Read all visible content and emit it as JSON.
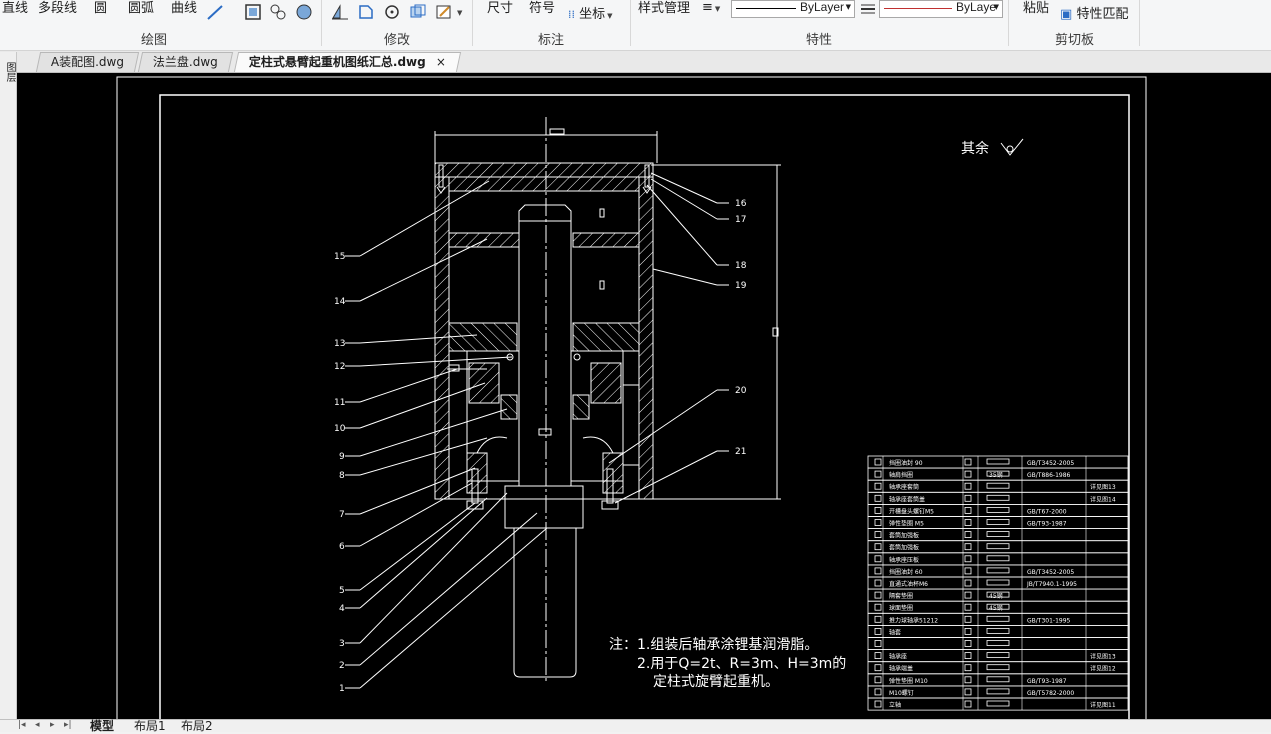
{
  "ribbon": {
    "draw": {
      "line": "直线",
      "polyline": "多段线",
      "circle": "圆",
      "arc": "圆弧",
      "curve": "曲线",
      "panel_label": "绘图"
    },
    "modify": {
      "panel_label": "修改"
    },
    "annotate": {
      "dimension": "尺寸",
      "symbol": "符号",
      "coordinate": "坐标",
      "panel_label": "标注"
    },
    "properties": {
      "style_manager": "样式管理",
      "linetype": "ByLayer",
      "linecolor": "ByLaye",
      "panel_label": "特性"
    },
    "clipboard": {
      "paste": "粘贴",
      "match_properties": "特性匹配",
      "panel_label": "剪切板"
    }
  },
  "tabs": [
    {
      "label": "A装配图.dwg",
      "active": false
    },
    {
      "label": "法兰盘.dwg",
      "active": false
    },
    {
      "label": "定柱式悬臂起重机图纸汇总.dwg",
      "active": true
    }
  ],
  "tab_close": "×",
  "left_strip_text": "图层",
  "layout_tabs": {
    "model": "模型",
    "layout1": "布局1",
    "layout2": "布局2"
  },
  "drawing": {
    "roughness_note": "其余",
    "notes": [
      "注：1.组装后轴承涂锂基润滑脂。",
      "2.用于Q=2t、R=3m、H=3m的",
      "定柱式旋臂起重机。"
    ],
    "left_callouts": [
      "15",
      "14",
      "13",
      "12",
      "11",
      "10",
      "9",
      "8",
      "7",
      "6",
      "5",
      "4",
      "3",
      "2",
      "1"
    ],
    "right_callouts": [
      "16",
      "17",
      "18",
      "19",
      "20",
      "21"
    ],
    "bom": [
      {
        "name": "挡圈油封 90",
        "std": "GB/T3452-2005",
        "note": ""
      },
      {
        "name": "轴肩挡圈",
        "mat": "35钢",
        "std": "GB/T886-1986",
        "note": ""
      },
      {
        "name": "轴承座套筒",
        "std": "",
        "note": "详见图13"
      },
      {
        "name": "轴承座套筒盖",
        "std": "",
        "note": "详见图14"
      },
      {
        "name": "开槽盘头螺钉M5",
        "std": "GB/T67-2000",
        "note": ""
      },
      {
        "name": "弹性垫圈 M5",
        "std": "GB/T93-1987",
        "note": ""
      },
      {
        "name": "套筒加强板",
        "std": "",
        "note": ""
      },
      {
        "name": "套筒加强板",
        "std": "",
        "note": ""
      },
      {
        "name": "轴承座压板",
        "std": "",
        "note": ""
      },
      {
        "name": "挡圈油封 60",
        "std": "GB/T3452-2005",
        "note": ""
      },
      {
        "name": "直通式油杯M6",
        "std": "JB/T7940.1-1995",
        "note": ""
      },
      {
        "name": "隔套垫圈",
        "mat": "45钢",
        "std": "",
        "note": ""
      },
      {
        "name": "球面垫圈",
        "mat": "45钢",
        "std": "",
        "note": ""
      },
      {
        "name": "推力球轴承51212",
        "std": "GB/T301-1995",
        "note": ""
      },
      {
        "name": "轴套",
        "std": "",
        "note": ""
      },
      {
        "name": "",
        "std": "",
        "note": ""
      },
      {
        "name": "轴承座",
        "std": "",
        "note": "详见图13"
      },
      {
        "name": "轴承端盖",
        "std": "",
        "note": "详见图12"
      },
      {
        "name": "弹性垫圈 M10",
        "std": "GB/T93-1987",
        "note": ""
      },
      {
        "name": "M10螺钉",
        "std": "GB/T5782-2000",
        "note": ""
      },
      {
        "name": "立轴",
        "std": "",
        "note": "详见图11"
      }
    ]
  }
}
